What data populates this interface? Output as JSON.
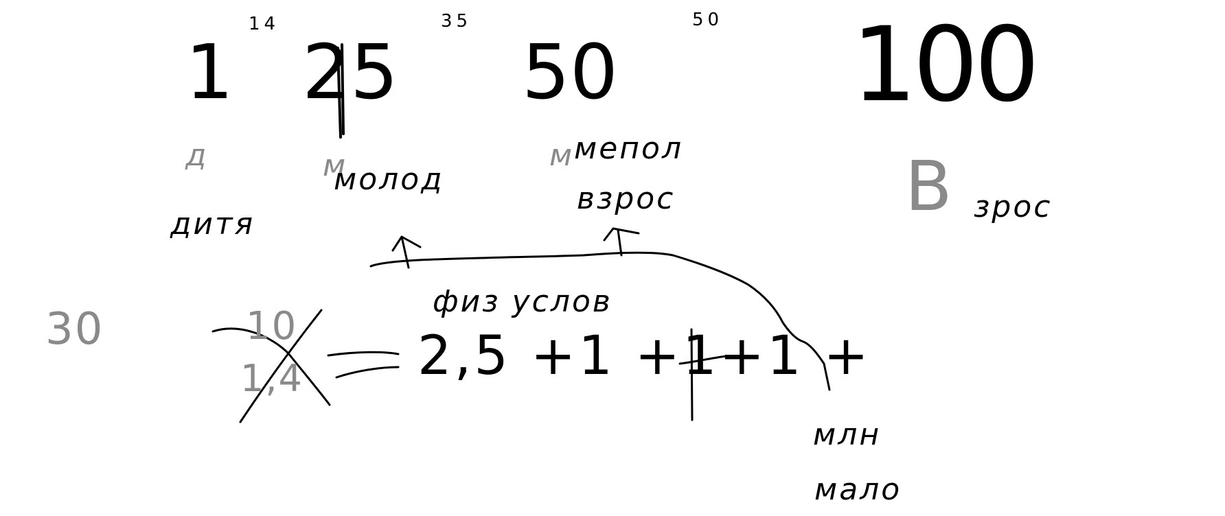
{
  "top_small_numbers": {
    "n1": "14",
    "n2": "35",
    "n3": "50"
  },
  "big_numbers": {
    "one": "1",
    "twenty_five": "25",
    "fifty": "50",
    "hundred": "100"
  },
  "gray_letters": {
    "g1": "д",
    "g2": "м",
    "g3": "м",
    "g4": "В",
    "thirty": "30",
    "ten": "10",
    "ratio": "1,4"
  },
  "words": {
    "ditya": "дитя",
    "molod": "молод",
    "mepol": "мепол",
    "vzros_mid": "взрос",
    "vzros_right": "зрос",
    "fiz_uslov": "физ услов",
    "mln": "млн",
    "malo": "мало"
  },
  "formula": {
    "text": "2,5 +1 +1+1 +"
  }
}
